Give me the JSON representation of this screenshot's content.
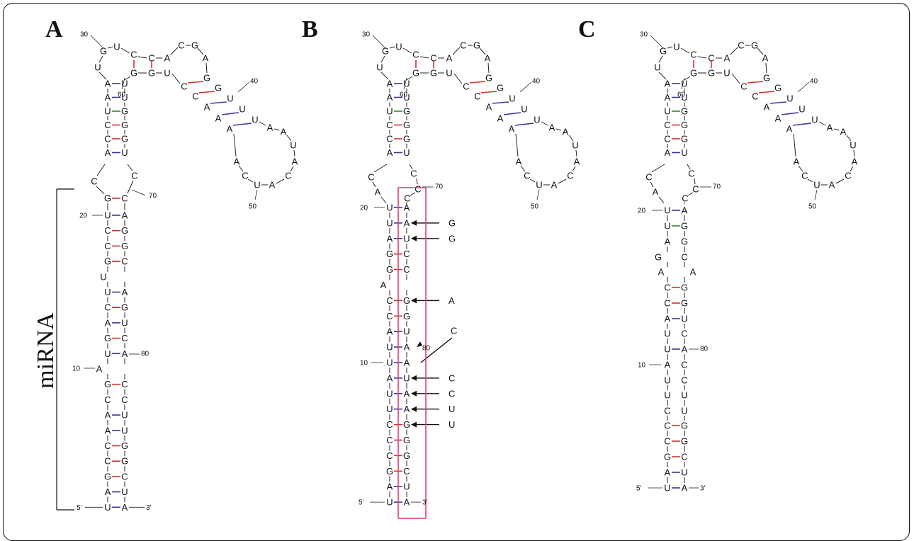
{
  "panels": [
    {
      "label": "A",
      "top": [
        [
          "U",
          "G"
        ],
        [
          "G",
          "U"
        ],
        [
          "U",
          ""
        ],
        [
          "C",
          "C"
        ],
        [
          "C",
          "A"
        ],
        [
          "A",
          "C"
        ],
        [
          "G",
          "U"
        ],
        [
          "G",
          "C"
        ],
        [
          "C",
          "C"
        ],
        [
          "G",
          "A"
        ],
        [
          "G",
          "G"
        ],
        [
          "U",
          "A"
        ],
        [
          "U",
          "U"
        ],
        [
          "A",
          "U"
        ],
        [
          "A",
          "A"
        ],
        [
          "U",
          "A"
        ],
        [
          "A",
          "U"
        ],
        [
          "A",
          "C"
        ],
        [
          "C",
          "A"
        ],
        [
          "U",
          "C"
        ]
      ],
      "stem": [
        [
          "U",
          "A",
          ""
        ],
        [
          "C",
          "G",
          ""
        ],
        [
          "C",
          "G",
          ""
        ],
        [
          "G",
          "C",
          ""
        ],
        [
          "U",
          "",
          ""
        ],
        [
          "U",
          "A",
          ""
        ],
        [
          "C",
          "G",
          ""
        ],
        [
          "A",
          "U",
          ""
        ],
        [
          "G",
          "C",
          ""
        ],
        [
          "U",
          "A",
          ""
        ],
        [
          "A",
          "",
          ""
        ],
        [
          "G",
          "C",
          ""
        ],
        [
          "C",
          "C",
          ""
        ],
        [
          "A",
          "U",
          ""
        ],
        [
          "A",
          "U",
          ""
        ],
        [
          "C",
          "G",
          ""
        ],
        [
          "C",
          "G",
          ""
        ],
        [
          "G",
          "C",
          ""
        ],
        [
          "A",
          "U",
          ""
        ],
        [
          "U",
          "A",
          ""
        ]
      ],
      "numbers": [
        "30",
        "60",
        "40",
        "50",
        "70",
        "20",
        "80",
        "10",
        "5'",
        "3'"
      ]
    },
    {
      "label": "B",
      "top": [],
      "stem": [
        [
          "U",
          "A",
          ""
        ],
        [
          "U",
          "A",
          "G"
        ],
        [
          "A",
          "U",
          "G"
        ],
        [
          "G",
          "C",
          ""
        ],
        [
          "G",
          "C",
          ""
        ],
        [
          "A",
          "",
          ""
        ],
        [
          "C",
          "G",
          "A"
        ],
        [
          "C",
          "G",
          ""
        ],
        [
          "A",
          "U",
          ""
        ],
        [
          "U",
          "A",
          "C"
        ],
        [
          "U",
          "A",
          ""
        ],
        [
          "A",
          "U",
          "C"
        ],
        [
          "U",
          "A",
          "C"
        ],
        [
          "U",
          "A",
          "U"
        ],
        [
          "C",
          "G",
          "U"
        ],
        [
          "C",
          "G",
          ""
        ],
        [
          "C",
          "G",
          ""
        ],
        [
          "G",
          "C",
          ""
        ],
        [
          "A",
          "U",
          ""
        ],
        [
          "U",
          "A",
          ""
        ]
      ],
      "numbers": [
        "30",
        "60",
        "40",
        "50",
        "70",
        "20",
        "80",
        "10",
        "5'",
        "3'"
      ]
    },
    {
      "label": "C",
      "top": [],
      "stem": [
        [
          "U",
          "A",
          ""
        ],
        [
          "U",
          "G",
          ""
        ],
        [
          "A",
          "G",
          ""
        ],
        [
          "G",
          "C",
          ""
        ],
        [
          "A",
          "A",
          ""
        ],
        [
          "C",
          "G",
          ""
        ],
        [
          "C",
          "G",
          ""
        ],
        [
          "A",
          "U",
          ""
        ],
        [
          "U",
          "C",
          ""
        ],
        [
          "U",
          "A",
          ""
        ],
        [
          "A",
          "C",
          ""
        ],
        [
          "U",
          "C",
          ""
        ],
        [
          "U",
          "U",
          ""
        ],
        [
          "C",
          "U",
          ""
        ],
        [
          "C",
          "G",
          ""
        ],
        [
          "C",
          "G",
          ""
        ],
        [
          "G",
          "C",
          ""
        ],
        [
          "A",
          "U",
          ""
        ],
        [
          "U",
          "A",
          ""
        ]
      ],
      "numbers": [
        "30",
        "60",
        "40",
        "50",
        "70",
        "20",
        "80",
        "10",
        "5'",
        "3'"
      ]
    }
  ],
  "mirna_label": "miRNA",
  "colors": {
    "gc_pair": "#d0342c",
    "au_pair": "#3a3a9a",
    "gu_pair": "#2e8b3e",
    "highlight_box": "#e0407a"
  }
}
